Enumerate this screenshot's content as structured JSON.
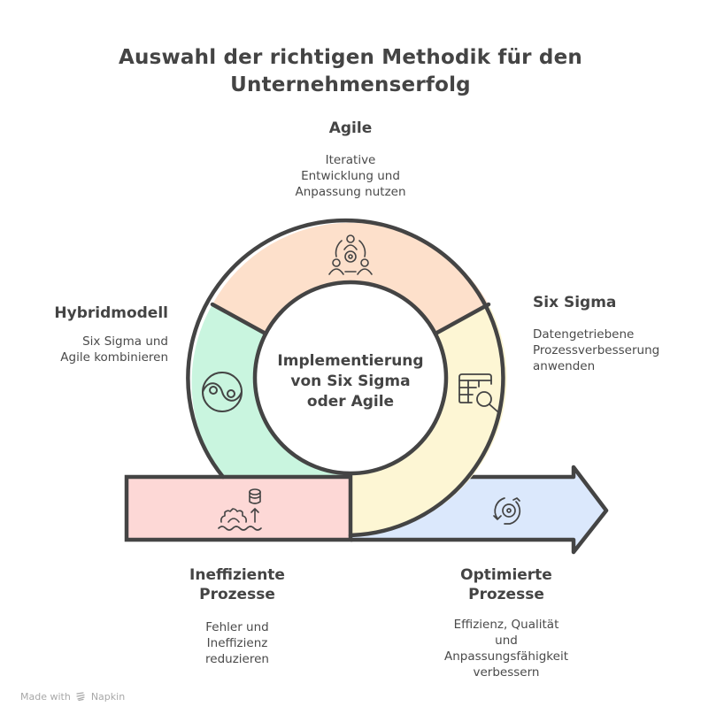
{
  "title": {
    "line1": "Auswahl der richtigen Methodik für den",
    "line2": "Unternehmenserfolg"
  },
  "center": {
    "line1": "Implementierung",
    "line2": "von Six Sigma",
    "line3": "oder Agile"
  },
  "segments": {
    "agile": {
      "label": "Agile",
      "desc_lines": [
        "Iterative",
        "Entwicklung und",
        "Anpassung nutzen"
      ],
      "icon": "team-gear-icon",
      "color": "#fde0cb"
    },
    "six_sigma": {
      "label": "Six Sigma",
      "desc_lines": [
        "Datengetriebene",
        "Prozessverbesserung",
        "anwenden"
      ],
      "icon": "table-search-icon",
      "color": "#fdf6d4"
    },
    "hybrid": {
      "label": "Hybridmodell",
      "desc_lines": [
        "Six Sigma und",
        "Agile kombinieren"
      ],
      "icon": "yin-yang-icon",
      "color": "#c9f5df"
    },
    "inefficient": {
      "label_lines": [
        "Ineffiziente",
        "Prozesse"
      ],
      "desc_lines": [
        "Fehler und",
        "Ineffizienz",
        "reduzieren"
      ],
      "icon": "gear-database-waves-icon",
      "color": "#fdd8d6"
    },
    "optimized": {
      "label_lines": [
        "Optimierte",
        "Prozesse"
      ],
      "desc_lines": [
        "Effizienz, Qualität",
        "und",
        "Anpassungsfähigkeit",
        "verbessern"
      ],
      "icon": "gear-cycle-icon",
      "color": "#dbe8fc"
    }
  },
  "colors": {
    "stroke": "#444444",
    "text": "#444444",
    "footer": "#a8a8a8"
  },
  "footer": {
    "made_with": "Made with",
    "brand": "Napkin"
  }
}
